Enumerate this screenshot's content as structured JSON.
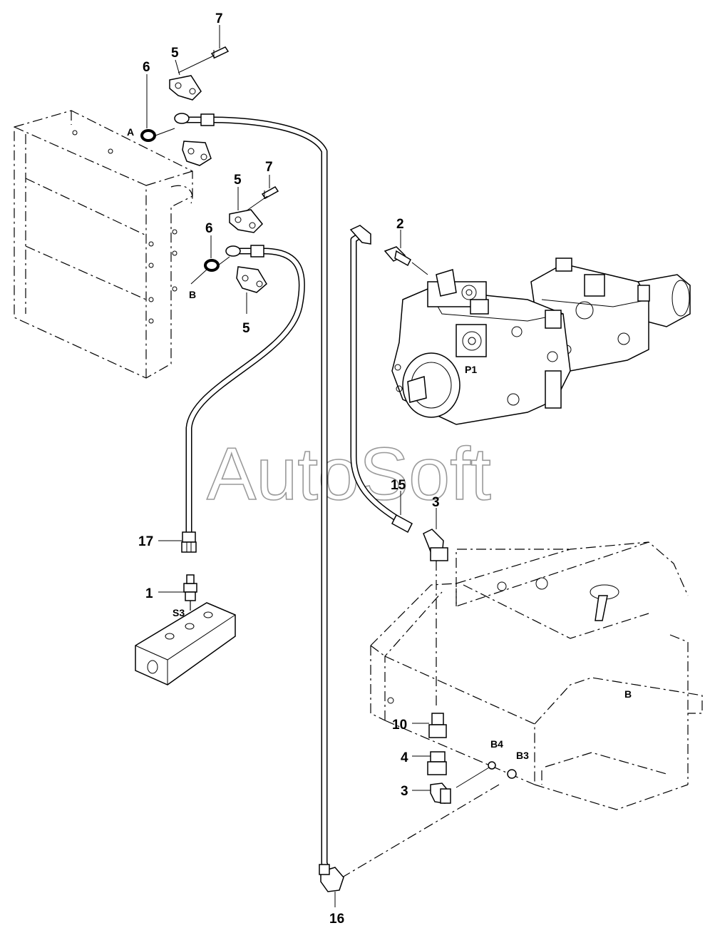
{
  "watermark": "AutoSoft",
  "callouts": {
    "c7a": "7",
    "c5a": "5",
    "c6a": "6",
    "c7b": "7",
    "c5b": "5",
    "c6b": "6",
    "c5c": "5",
    "c2": "2",
    "c15": "15",
    "c3a": "3",
    "c17": "17",
    "c1": "1",
    "c10": "10",
    "c4": "4",
    "c3b": "3",
    "c16": "16"
  },
  "ports": {
    "A": "A",
    "B_cooler": "B",
    "P1": "P1",
    "S3": "S3",
    "B4": "B4",
    "B3": "B3",
    "B_tank": "B"
  },
  "icons": [
    "oil-cooler",
    "hydraulic-pump",
    "hydraulic-tank",
    "distribution-block",
    "hose",
    "o-ring",
    "flange-clamp",
    "screw",
    "fitting",
    "elbow-fitting",
    "plug"
  ]
}
